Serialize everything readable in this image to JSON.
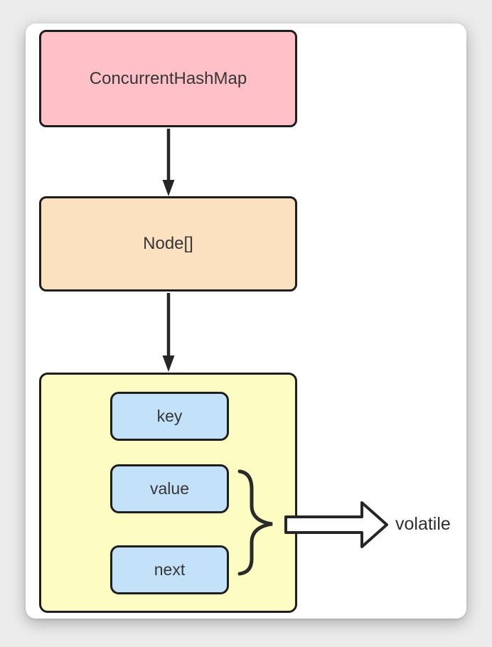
{
  "diagram": {
    "boxes": {
      "root": {
        "label": "ConcurrentHashMap",
        "fill": "#ffc1c7"
      },
      "array": {
        "label": "Node[]",
        "fill": "#fce1c1"
      },
      "entry": {
        "fill": "#fdfdc3",
        "field_fill": "#c3e1f9",
        "fields": [
          {
            "label": "key"
          },
          {
            "label": "value"
          },
          {
            "label": "next"
          }
        ]
      }
    },
    "annotation": {
      "label": "volatile"
    },
    "colors": {
      "background": "#ececec",
      "panel": "#ffffff",
      "border": "#1e1e1e",
      "connector": "#262626",
      "text": "#363636"
    }
  }
}
